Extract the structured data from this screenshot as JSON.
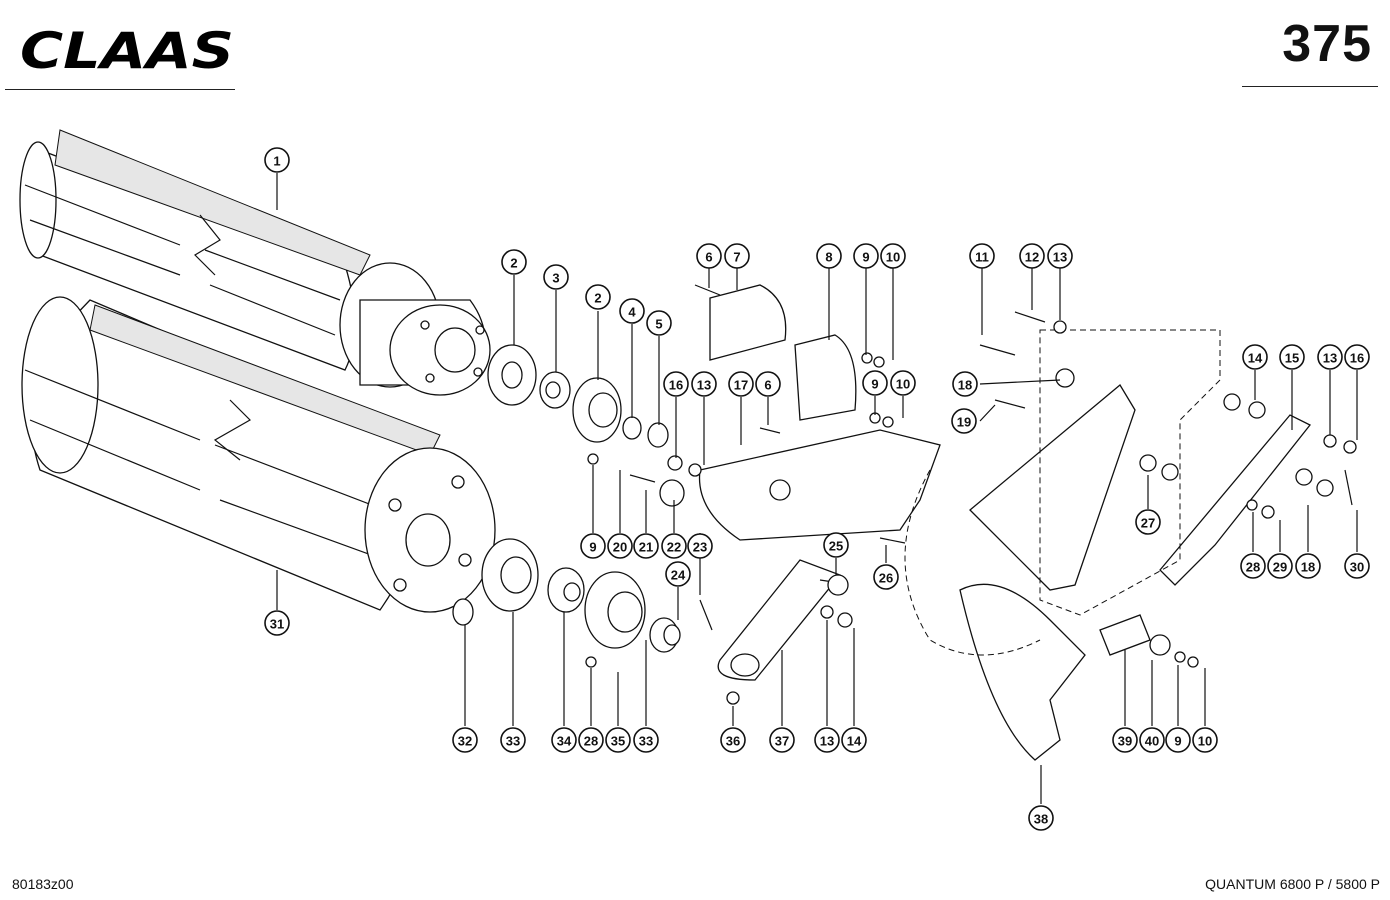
{
  "header": {
    "brand": "CLAAS",
    "page_number": "375"
  },
  "footer": {
    "drawing_id": "80183z00",
    "model": "QUANTUM 6800 P / 5800 P"
  },
  "callouts": [
    {
      "label": "1"
    },
    {
      "label": "2"
    },
    {
      "label": "3"
    },
    {
      "label": "2"
    },
    {
      "label": "4"
    },
    {
      "label": "5"
    },
    {
      "label": "6"
    },
    {
      "label": "7"
    },
    {
      "label": "8"
    },
    {
      "label": "9"
    },
    {
      "label": "10"
    },
    {
      "label": "11"
    },
    {
      "label": "12"
    },
    {
      "label": "13"
    },
    {
      "label": "16"
    },
    {
      "label": "13"
    },
    {
      "label": "17"
    },
    {
      "label": "6"
    },
    {
      "label": "9"
    },
    {
      "label": "10"
    },
    {
      "label": "18"
    },
    {
      "label": "19"
    },
    {
      "label": "14"
    },
    {
      "label": "15"
    },
    {
      "label": "13"
    },
    {
      "label": "16"
    },
    {
      "label": "9"
    },
    {
      "label": "20"
    },
    {
      "label": "21"
    },
    {
      "label": "22"
    },
    {
      "label": "23"
    },
    {
      "label": "25"
    },
    {
      "label": "26"
    },
    {
      "label": "27"
    },
    {
      "label": "28"
    },
    {
      "label": "29"
    },
    {
      "label": "18"
    },
    {
      "label": "30"
    },
    {
      "label": "24"
    },
    {
      "label": "31"
    },
    {
      "label": "32"
    },
    {
      "label": "33"
    },
    {
      "label": "34"
    },
    {
      "label": "28"
    },
    {
      "label": "35"
    },
    {
      "label": "33"
    },
    {
      "label": "36"
    },
    {
      "label": "37"
    },
    {
      "label": "13"
    },
    {
      "label": "14"
    },
    {
      "label": "39"
    },
    {
      "label": "40"
    },
    {
      "label": "9"
    },
    {
      "label": "10"
    },
    {
      "label": "38"
    }
  ]
}
